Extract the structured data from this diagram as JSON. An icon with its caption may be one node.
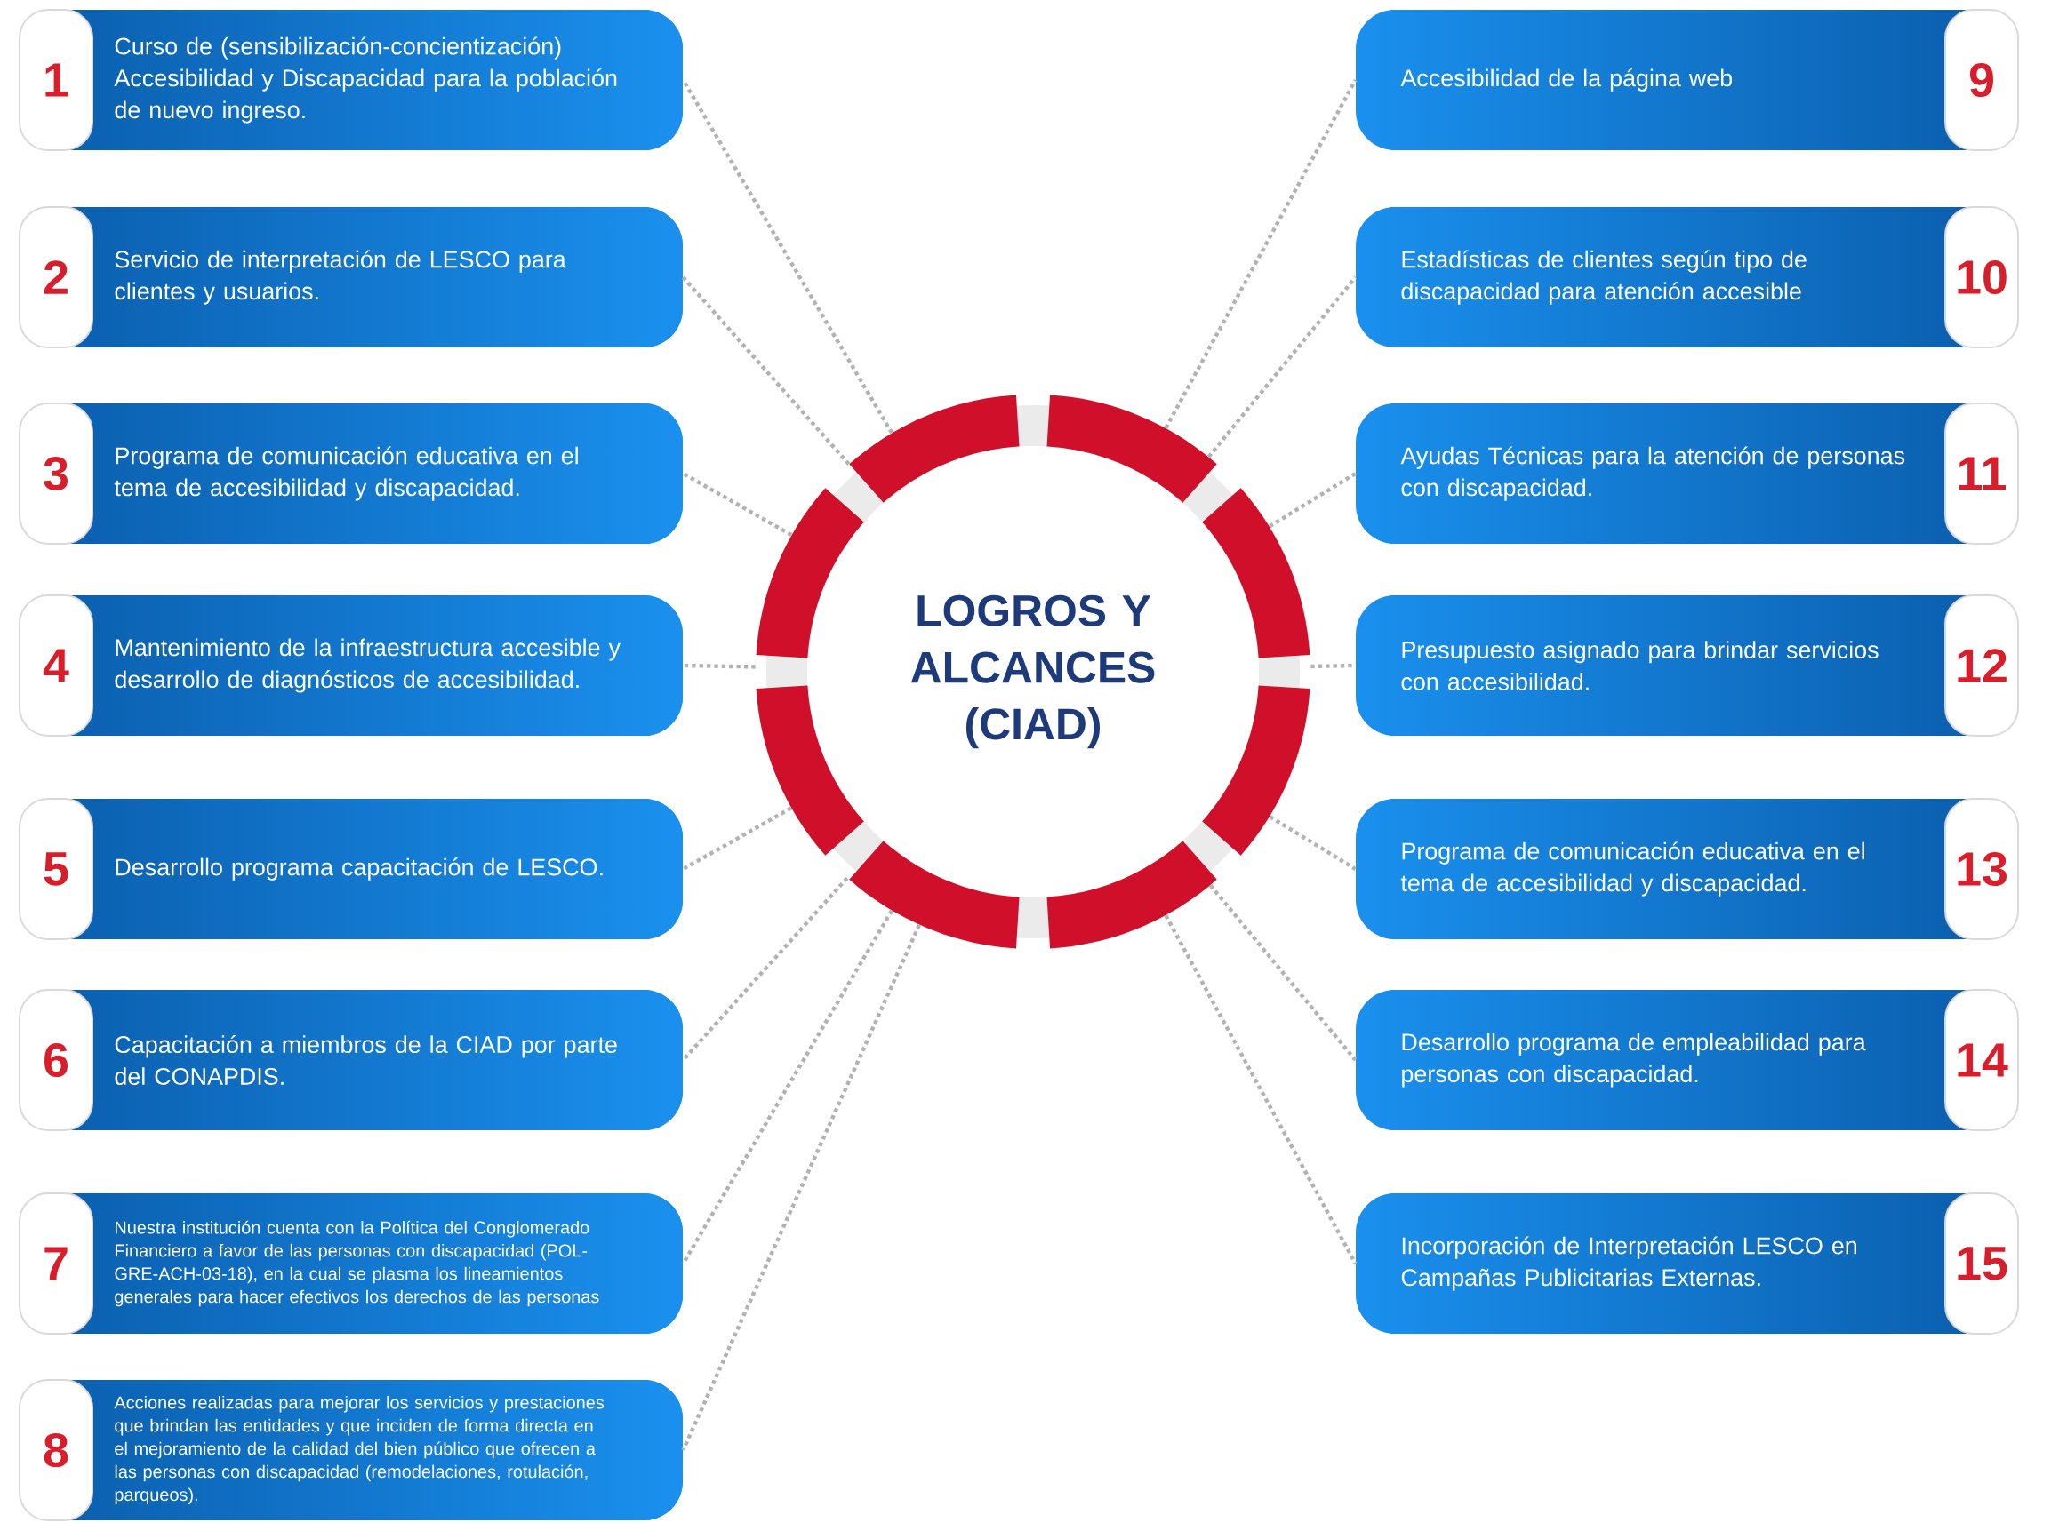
{
  "diagram": {
    "nodes": [
      {
        "text": [
          "LOGROS Y ALCANCES (CIAD)"
        ]
      },
      {
        "text": [
          "1",
          "Curso de (sensibilización-concientización) Accesibilidad y Discapacidad para la población de nuevo ingreso."
        ]
      },
      {
        "text": [
          "2",
          "Servicio de interpretación de LESCO para clientes y usuarios."
        ]
      },
      {
        "text": [
          "3",
          "Programa de comunicación educativa en el tema de accesibilidad y discapacidad."
        ]
      },
      {
        "text": [
          "4",
          "Mantenimiento de la infraestructura accesible y desarrollo de diagnósticos de accesibilidad."
        ]
      },
      {
        "text": [
          "5",
          "Desarrollo programa capacitación de LESCO."
        ]
      },
      {
        "text": [
          "6",
          "Capacitación a miembros de la CIAD por parte del CONAPDIS."
        ]
      },
      {
        "text": [
          "7",
          "Nuestra institución cuenta con la Política del Conglomerado Financiero a favor de las personas con discapacidad (POL-GRE-ACH-03-18), en la cual se plasma los lineamientos generales para hacer efectivos los derechos de las personas"
        ]
      },
      {
        "text": [
          "8",
          "Acciones realizadas para mejorar los servicios y prestaciones que brindan las entidades y que inciden de forma directa en el mejoramiento de la calidad del bien público que ofrecen a las personas con discapacidad (remodelaciones, rotulación, parqueos)."
        ]
      },
      {
        "text": [
          "Accesibilidad de la página web",
          "9"
        ]
      },
      {
        "text": [
          "Estadísticas de clientes según tipo de discapacidad para atención accesible",
          "10"
        ]
      },
      {
        "text": [
          "Ayudas Técnicas para la atención de personas con discapacidad.",
          "11"
        ]
      },
      {
        "text": [
          "Presupuesto asignado para brindar servicios con accesibilidad.",
          "12"
        ]
      },
      {
        "text": [
          "Programa de comunicación educativa en el tema de accesibilidad y discapacidad.",
          "13"
        ]
      },
      {
        "text": [
          "Desarrollo programa de empleabilidad para personas con discapacidad.",
          "14"
        ]
      },
      {
        "text": [
          "Incorporación de Interpretación LESCO en Campañas Publicitarias Externas.",
          "15"
        ]
      }
    ],
    "edges": [
      {
        "from": 0,
        "to": 1,
        "arrow": "none"
      },
      {
        "from": 0,
        "to": 2,
        "arrow": "none"
      },
      {
        "from": 0,
        "to": 3,
        "arrow": "none"
      },
      {
        "from": 0,
        "to": 4,
        "arrow": "none"
      },
      {
        "from": 0,
        "to": 5,
        "arrow": "none"
      },
      {
        "from": 0,
        "to": 6,
        "arrow": "none"
      },
      {
        "from": 0,
        "to": 7,
        "arrow": "none"
      },
      {
        "from": 0,
        "to": 8,
        "arrow": "none"
      },
      {
        "from": 0,
        "to": 9,
        "arrow": "none"
      },
      {
        "from": 0,
        "to": 10,
        "arrow": "none"
      },
      {
        "from": 0,
        "to": 11,
        "arrow": "none"
      },
      {
        "from": 0,
        "to": 12,
        "arrow": "none"
      },
      {
        "from": 0,
        "to": 13,
        "arrow": "none"
      },
      {
        "from": 0,
        "to": 14,
        "arrow": "none"
      },
      {
        "from": 0,
        "to": 15,
        "arrow": "none"
      }
    ]
  }
}
